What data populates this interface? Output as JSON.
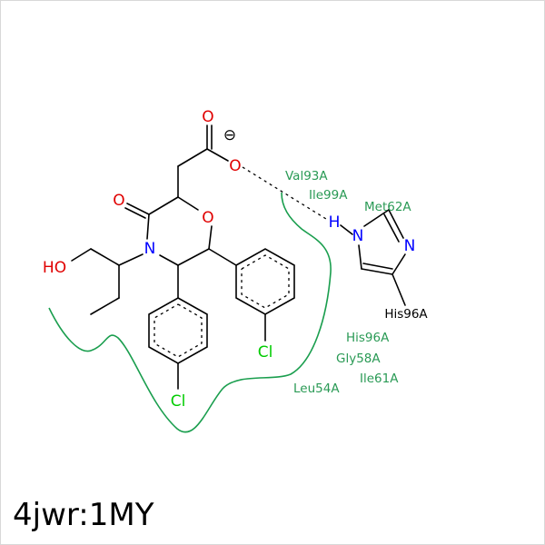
{
  "colors": {
    "carbon": "#000000",
    "oxygen": "#e00000",
    "nitrogen": "#0000ff",
    "chlorine": "#00cc00",
    "residue": "#2a9a55",
    "contact_line": "#1a9e4e"
  },
  "title": "4jwr:1MY",
  "atoms": {
    "o_carboxyl_top": "O",
    "o_carboxyl_minus": "O",
    "o_ketone": "O",
    "o_ring": "O",
    "n_ring": "N",
    "hydroxyl": "HO",
    "cl_right": "Cl",
    "cl_bottom": "Cl",
    "charge": "⊖"
  },
  "imidazole": {
    "n1": "N",
    "h": "H",
    "n3": "N",
    "label": "His96A"
  },
  "residues": {
    "val93a": "Val93A",
    "ile99a": "Ile99A",
    "met62a": "Met62A",
    "his96a": "His96A",
    "gly58a": "Gly58A",
    "ile61a": "Ile61A",
    "leu54a": "Leu54A"
  }
}
